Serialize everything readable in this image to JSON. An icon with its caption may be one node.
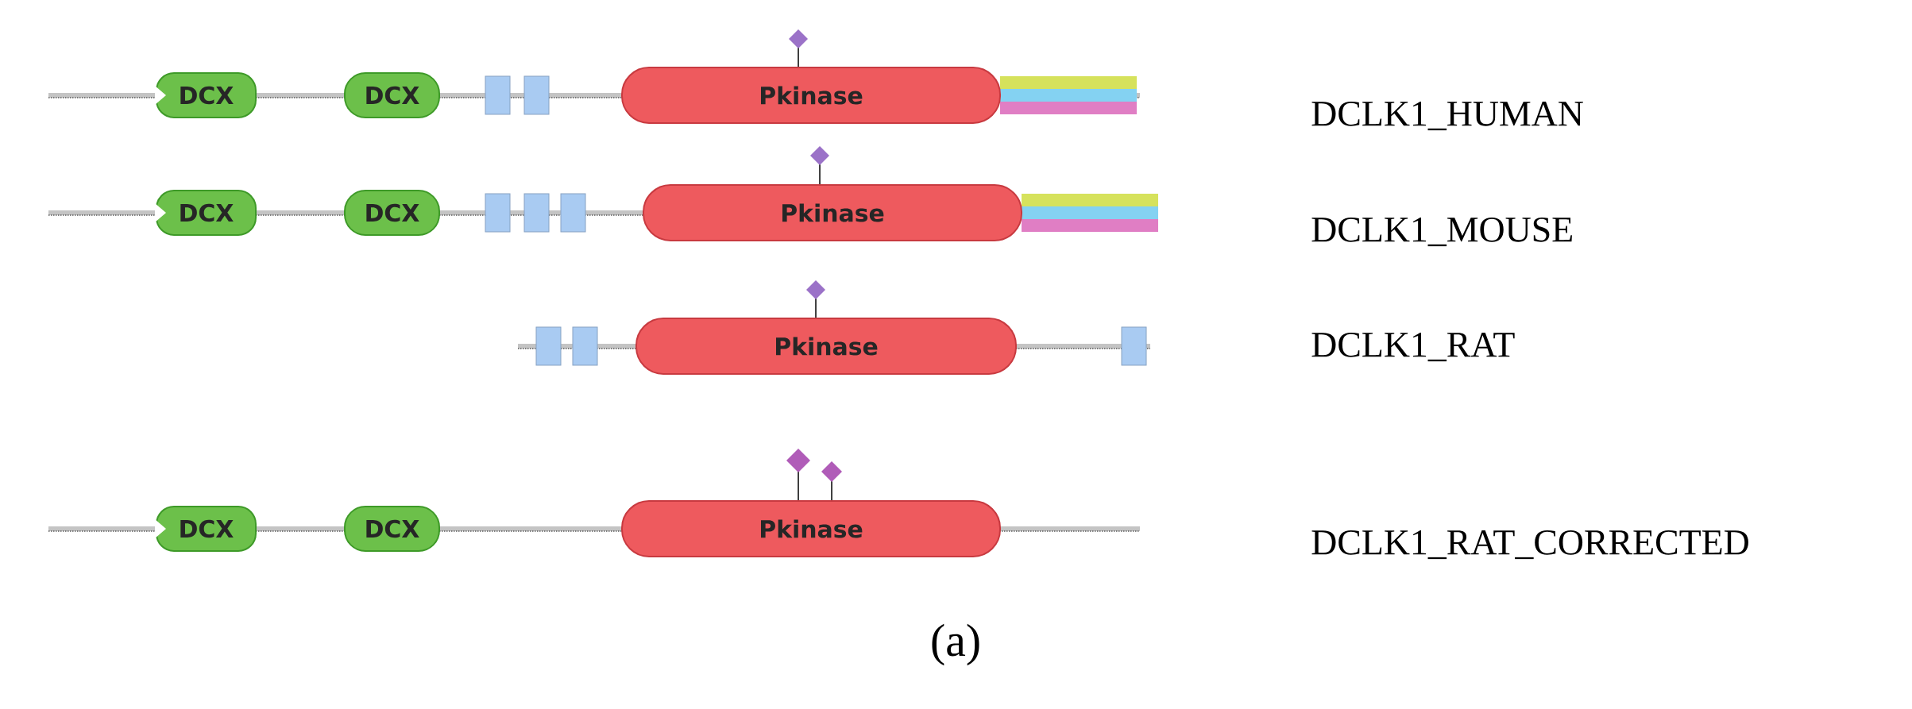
{
  "diagram": {
    "caption": "(a)",
    "nodes": [
      {
        "text": [
          "DCX"
        ]
      },
      {
        "text": [
          "DCX"
        ]
      },
      {
        "text": [
          "Pkinase"
        ]
      },
      {
        "text": [
          "DCX"
        ]
      },
      {
        "text": [
          "DCX"
        ]
      },
      {
        "text": [
          "Pkinase"
        ]
      },
      {
        "text": [
          "Pkinase"
        ]
      },
      {
        "text": [
          "DCX"
        ]
      },
      {
        "text": [
          "DCX"
        ]
      },
      {
        "text": [
          "Pkinase"
        ]
      }
    ],
    "labels": [
      "DCLK1_HUMAN",
      "DCLK1_MOUSE",
      "DCLK1_RAT",
      "DCLK1_RAT_CORRECTED"
    ]
  }
}
